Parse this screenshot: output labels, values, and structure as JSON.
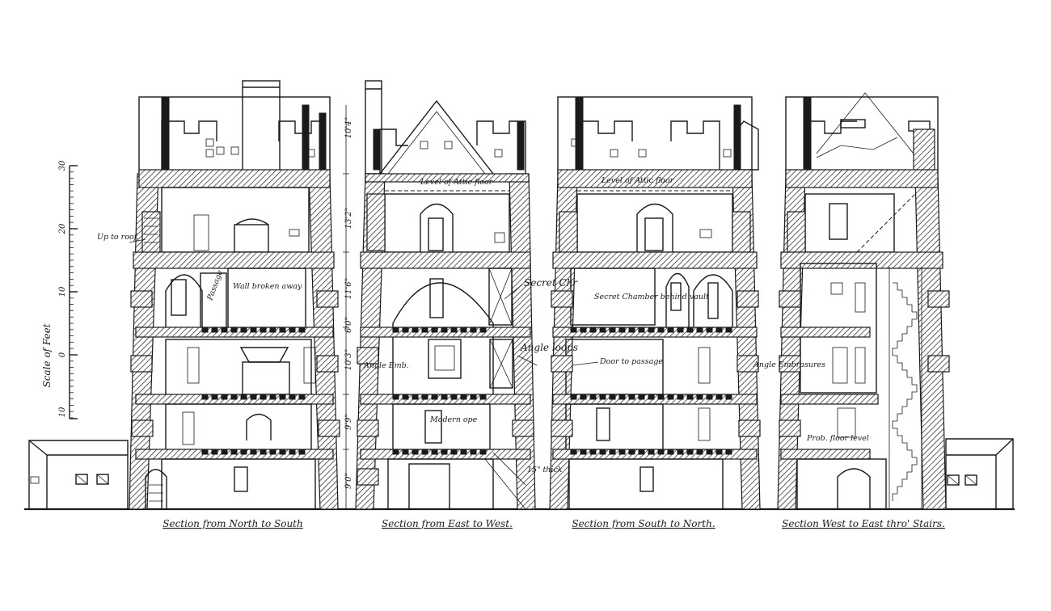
{
  "captions": {
    "s1": "Section from North to South",
    "s2": "Section from East to West.",
    "s3": "Section from South to North.",
    "s4": "Section West to East thro' Stairs."
  },
  "scale": {
    "label": "Scale of Feet",
    "ticks": [
      "30",
      "20",
      "10",
      "0",
      "10"
    ]
  },
  "dimensions": [
    "10'4\"",
    "13'2\"",
    "11'6\"",
    "6'0\"",
    "10'3\"",
    "9'9\"",
    "9'0\""
  ],
  "notes": {
    "up_to_roof": "Up to roof.",
    "passage": "Passage",
    "wall_broken": "Wall broken away",
    "attic1": "Level of Attic floor",
    "attic2": "Level of Attic floor",
    "secret_chr": "Secret Chr",
    "angle_loops": "Angle loops",
    "angle_emb": "Angle Emb.",
    "modern_ope": "Modern ope",
    "thick": "15\" thick",
    "secret_chamber": "Secret Chamber behind vault",
    "door_passage": "Door to passage",
    "angle_embrasures": "Angle Embrasures",
    "prob_floor": "Prob. floor level"
  }
}
